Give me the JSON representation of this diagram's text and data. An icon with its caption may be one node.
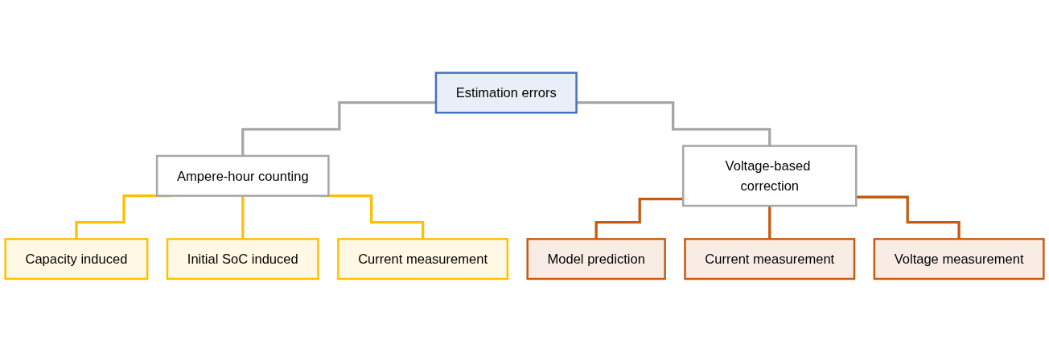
{
  "diagram": {
    "nodes": [
      {
        "text": [
          "Estimation errors"
        ]
      },
      {
        "text": [
          "Ampere-hour counting"
        ]
      },
      {
        "text": [
          "Voltage-based correction"
        ]
      },
      {
        "text": [
          "Capacity induced"
        ]
      },
      {
        "text": [
          "Initial SoC induced"
        ]
      },
      {
        "text": [
          "Current measurement"
        ]
      },
      {
        "text": [
          "Model prediction"
        ]
      },
      {
        "text": [
          "Current measurement"
        ]
      },
      {
        "text": [
          "Voltage measurement"
        ]
      }
    ],
    "edges": [
      {
        "from": 0,
        "to": 1,
        "arrow": "none",
        "color": "#a6a6a6"
      },
      {
        "from": 0,
        "to": 2,
        "arrow": "none",
        "color": "#a6a6a6"
      },
      {
        "from": 1,
        "to": 3,
        "arrow": "none",
        "color": "#ffc000"
      },
      {
        "from": 1,
        "to": 4,
        "arrow": "none",
        "color": "#ffc000"
      },
      {
        "from": 1,
        "to": 5,
        "arrow": "none",
        "color": "#ffc000"
      },
      {
        "from": 2,
        "to": 6,
        "arrow": "none",
        "color": "#c55a11"
      },
      {
        "from": 2,
        "to": 7,
        "arrow": "none",
        "color": "#c55a11"
      },
      {
        "from": 2,
        "to": 8,
        "arrow": "none",
        "color": "#c55a11"
      }
    ]
  }
}
